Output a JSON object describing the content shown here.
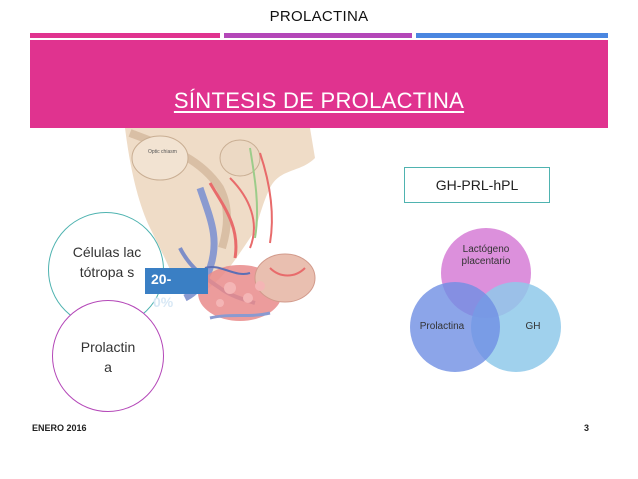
{
  "header": {
    "title": "PROLACTINA"
  },
  "stripes": {
    "colors": [
      "#e0338f",
      "#b447b8",
      "#4a86e0"
    ]
  },
  "banner": {
    "title": "SÍNTESIS DE PROLACTINA",
    "color": "#e0338f"
  },
  "illustration": {
    "caption": "Optic chiasm"
  },
  "gh_box": {
    "label": "GH-PRL-hPL"
  },
  "circles": {
    "cells": "Células lactótropa s",
    "prolactin": "Prolactin a"
  },
  "percent_badge": {
    "line1": "20-",
    "line2": "0%"
  },
  "venn": {
    "top": "Lactógeno placentario",
    "left": "Prolactina",
    "right": "GH",
    "colors": {
      "top": "#d884d8",
      "left": "#6f8fe3",
      "right": "#8fc9ea"
    }
  },
  "footer": {
    "date": "ENERO 2016",
    "page": "3"
  }
}
